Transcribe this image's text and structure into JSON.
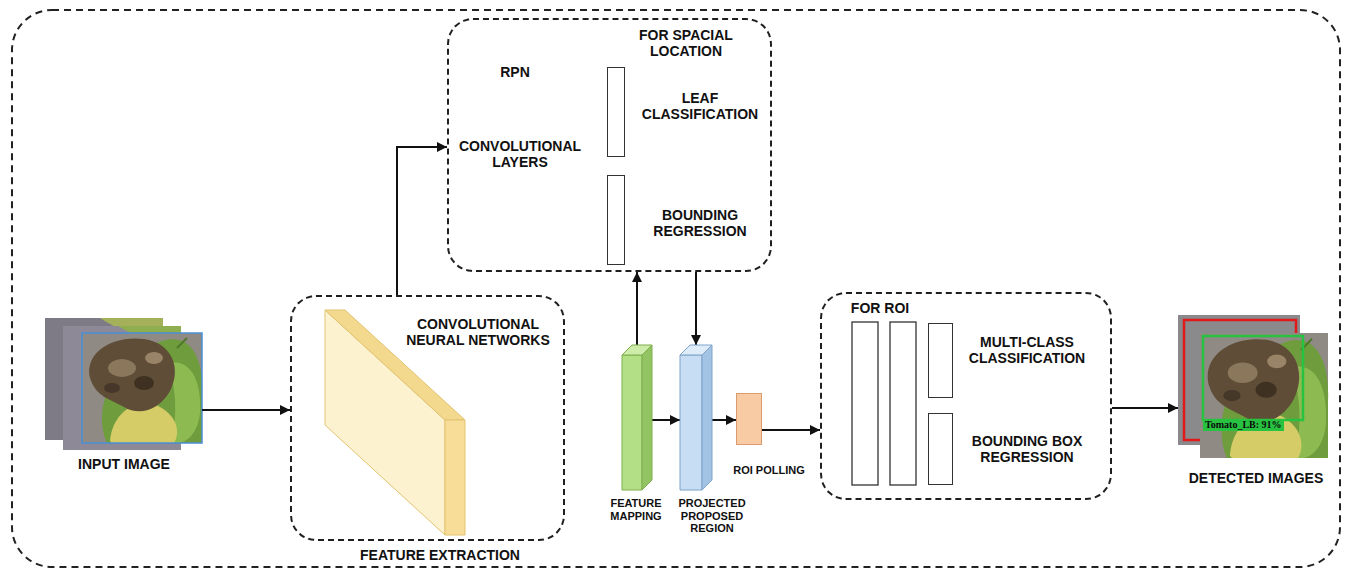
{
  "diagram": {
    "nodes": [
      {
        "text": [
          "INPUT IMAGE"
        ]
      },
      {
        "text": [
          "FEATURE EXTRACTION"
        ]
      },
      {
        "text": [
          "CONVOLUTIONAL NEURAL NETWORKS"
        ],
        "in": 1
      },
      {
        "text": [
          "FOR SPACIAL LOCATION",
          "RPN",
          "CONVOLUTIONAL LAYERS"
        ]
      },
      {
        "text": [
          "LEAF CLASSIFICATION"
        ],
        "in": 3
      },
      {
        "text": [
          "BOUNDING REGRESSION"
        ],
        "in": 3
      },
      {
        "text": [
          "FEATURE MAPPING"
        ]
      },
      {
        "text": [
          "PROJECTED PROPOSED REGION"
        ]
      },
      {
        "text": [
          "ROI POLLING"
        ]
      },
      {
        "text": [
          "FOR ROI"
        ]
      },
      {
        "text": [
          "MULTI-CLASS CLASSIFICATION"
        ],
        "in": 9
      },
      {
        "text": [
          "BOUNDING BOX REGRESSION"
        ],
        "in": 9
      },
      {
        "text": [
          "DETECTED IMAGES"
        ]
      }
    ],
    "edges": [
      {
        "from": 0,
        "to": 1,
        "arrow": "to"
      },
      {
        "from": 1,
        "to": 3,
        "arrow": "to"
      },
      {
        "from": 6,
        "to": 3,
        "arrow": "to"
      },
      {
        "from": 3,
        "to": 7,
        "arrow": "to"
      },
      {
        "from": 6,
        "to": 7,
        "arrow": "to"
      },
      {
        "from": 7,
        "to": 8,
        "arrow": "to"
      },
      {
        "from": 8,
        "to": 9,
        "arrow": "to"
      },
      {
        "from": 9,
        "to": 12,
        "arrow": "to"
      }
    ],
    "labels": [
      "Tomato_LB: 91%"
    ]
  }
}
